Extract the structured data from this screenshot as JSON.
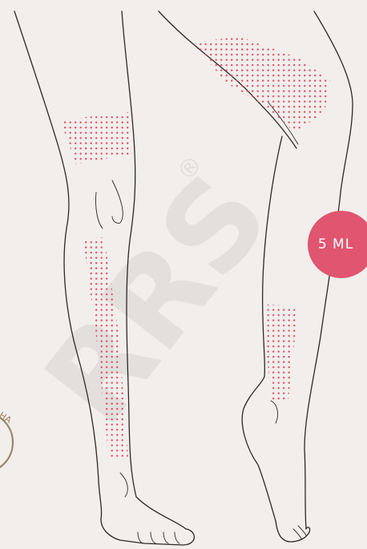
{
  "watermark": {
    "text": "RRS",
    "registered_mark": "®"
  },
  "dose_badge": {
    "label": "5 ML",
    "color": "#e05570"
  },
  "seal": {
    "partial_text": "HA",
    "color": "#9a8468"
  },
  "injection_zones": {
    "dot_color": "#e24d68",
    "zones": [
      "front-leg-above-knee",
      "front-leg-shin",
      "side-leg-thigh",
      "side-leg-calf"
    ]
  },
  "colors": {
    "background": "#f1eeeb",
    "outline": "#2a2a2a"
  }
}
